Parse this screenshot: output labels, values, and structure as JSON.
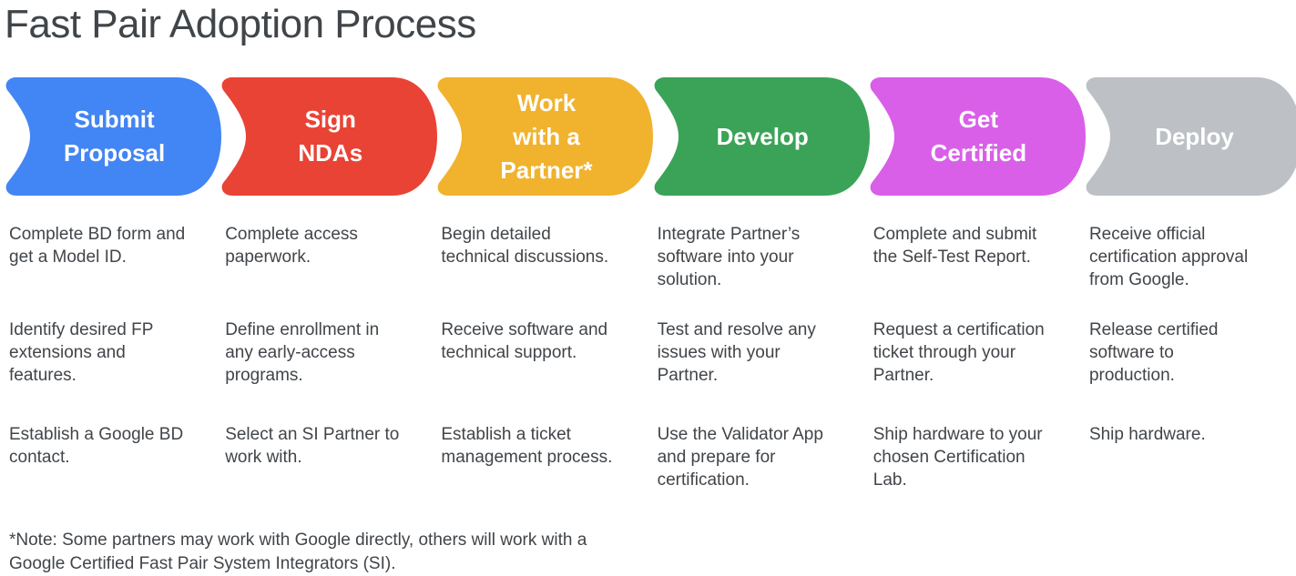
{
  "title": "Fast Pair Adoption Process",
  "footnote": "*Note: Some partners may work with Google directly, others will work with a\nGoogle Certified Fast Pair System Integrators (SI).",
  "colors": {
    "blue": "#4285F4",
    "red": "#E94335",
    "yellow": "#F1B22E",
    "green": "#3BA358",
    "magenta": "#D95FE8",
    "gray": "#BDC1C6",
    "text": "#414549"
  },
  "stages": [
    {
      "label": "Submit\nProposal",
      "color": "#4285F4",
      "bullets": [
        "Complete BD form and\nget a Model ID.",
        "Identify desired FP\nextensions and\nfeatures.",
        "Establish a Google BD\ncontact."
      ]
    },
    {
      "label": "Sign\nNDAs",
      "color": "#E94335",
      "bullets": [
        "Complete access\npaperwork.",
        "Define enrollment in\nany early-access\nprograms.",
        "Select an SI Partner to\nwork with."
      ]
    },
    {
      "label": "Work\nwith a\nPartner*",
      "color": "#F1B22E",
      "bullets": [
        "Begin detailed\ntechnical discussions.",
        "Receive software and\ntechnical support.",
        "Establish a ticket\nmanagement process."
      ]
    },
    {
      "label": "Develop",
      "color": "#3BA358",
      "bullets": [
        "Integrate Partner’s\nsoftware into your\nsolution.",
        "Test and resolve any\nissues with your\nPartner.",
        "Use the Validator App\nand prepare for\ncertification."
      ]
    },
    {
      "label": "Get\nCertified",
      "color": "#D95FE8",
      "bullets": [
        "Complete and submit\nthe Self-Test Report.",
        "Request a certification\nticket through your\nPartner.",
        "Ship hardware to your\nchosen Certification\nLab."
      ]
    },
    {
      "label": "Deploy",
      "color": "#BDC1C6",
      "bullets": [
        "Receive official\ncertification approval\nfrom Google.",
        "Release certified\nsoftware to\nproduction.",
        "Ship hardware."
      ]
    }
  ]
}
